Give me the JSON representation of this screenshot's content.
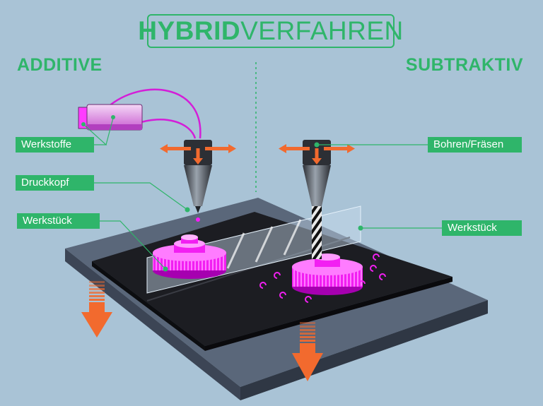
{
  "title": {
    "strong": "HYBRID",
    "light": "VERFAHREN"
  },
  "headings": {
    "left": "ADDITIVE",
    "right": "SUBTRAKTIV"
  },
  "labels": {
    "werkstoffe": "Werkstoffe",
    "druckkopf": "Druckkopf",
    "werkstueck_left": "Werkstück",
    "bohren": "Bohren/Fräsen",
    "werkstueck_right": "Werkstück"
  },
  "colors": {
    "background": "#a9c3d6",
    "accent_green": "#2fb56a",
    "part_magenta": "#ff19ff",
    "arrow_orange": "#f26a2e",
    "table_dark": "#1c1d22",
    "base_slate": "#4b5668"
  }
}
